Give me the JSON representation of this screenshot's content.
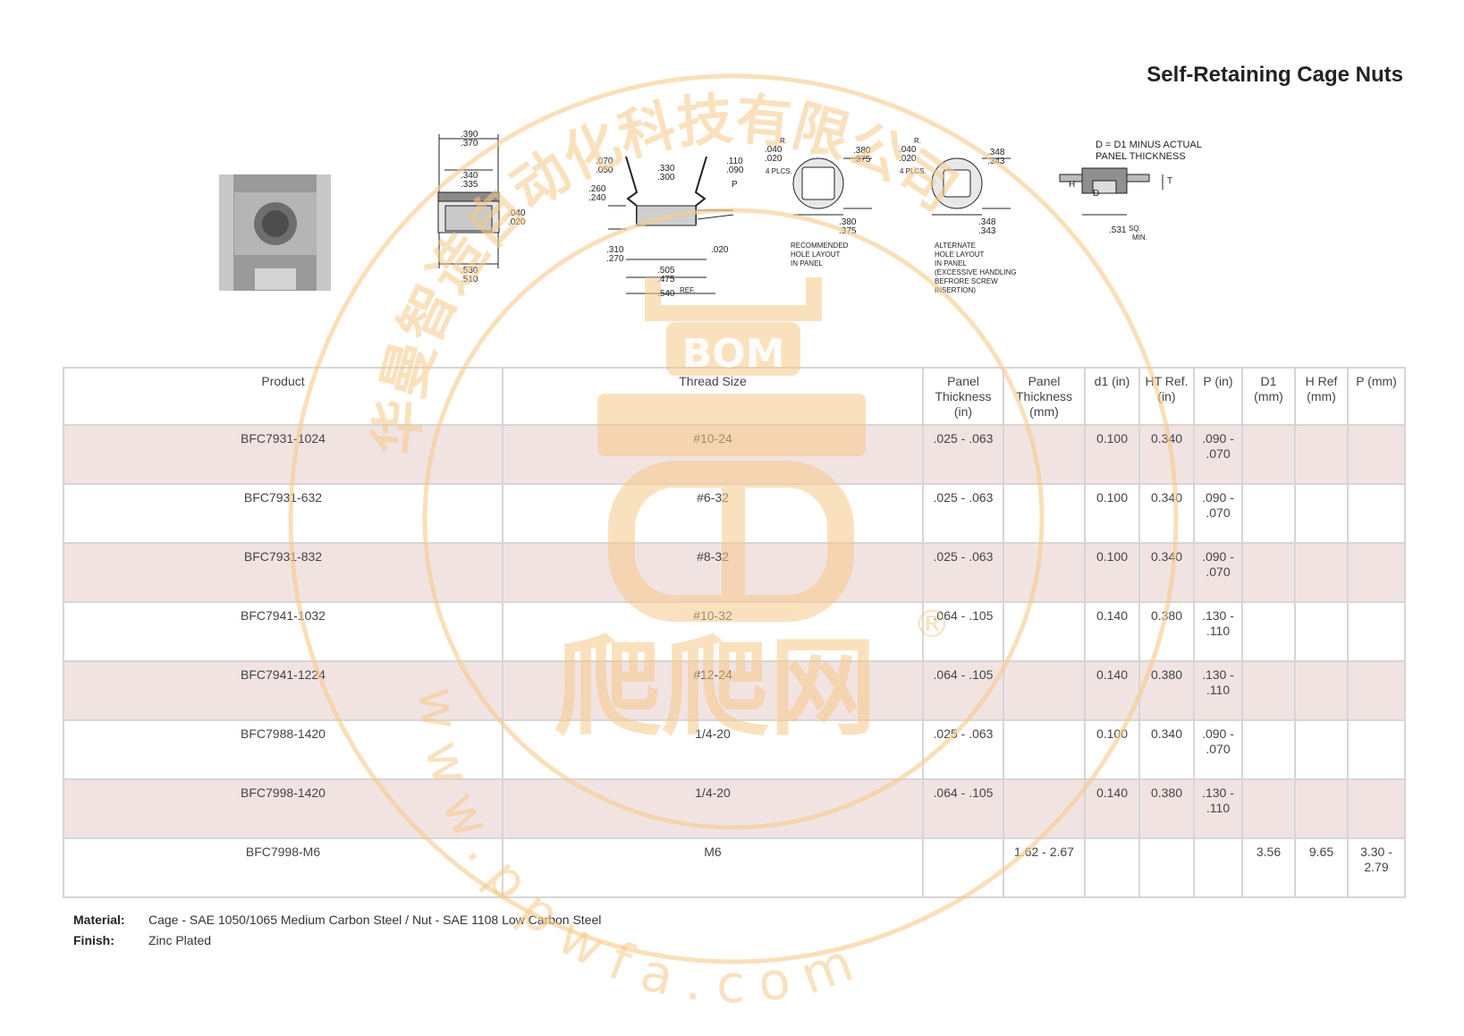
{
  "title": "Self-Retaining Cage Nuts",
  "figures": {
    "side_view": {
      "top_outer": ".390\n.370",
      "top_inner": ".340\n.335",
      "right": ".040\n.020",
      "bottom": ".530\n.510"
    },
    "section_view": {
      "left_top": ".070\n.050",
      "mid_top": ".330\n.300",
      "right_top": ".110\n.090",
      "p_label": "P",
      "left_mid": ".260\n.240",
      "left_low": ".310\n.270",
      "right_low": ".020",
      "bottom1": ".505\n.475",
      "bottom2": ".540",
      "ref_label": "REF."
    },
    "recommended_hole": {
      "r_label": "R.",
      "radius": ".040\n.020",
      "plcs": "4 PLCS.",
      "right": ".380\n.375",
      "bottom": ".380\n.375",
      "caption": "RECOMMENDED\nHOLE LAYOUT\nIN PANEL"
    },
    "alternate_hole": {
      "r_label": "R.",
      "radius": ".040\n.020",
      "plcs": "4 PLCS.",
      "right": ".348\n.343",
      "bottom": ".348\n.343",
      "caption": "ALTERNATE\nHOLE LAYOUT\nIN PANEL\n(EXCESSIVE HANDLING\nBEFRORE SCREW\nINSERTION)"
    },
    "installed_view": {
      "note": "D = d1 MINUS ACTUAL\nPANEL THICKNESS",
      "d_label": "D",
      "h_label": "H",
      "t_label": "T",
      "bottom": ".531",
      "sq": "SQ.",
      "min": "MIN."
    }
  },
  "table": {
    "headers": [
      "Product",
      "Thread Size",
      "Panel Thickness (in)",
      "Panel Thickness (mm)",
      "d1 (in)",
      "HT Ref. (in)",
      "P (in)",
      "D1 (mm)",
      "H Ref (mm)",
      "P (mm)"
    ],
    "rows": [
      [
        "BFC7931-1024",
        "#10-24",
        ".025 - .063",
        "",
        "0.100",
        "0.340",
        ".090 - .070",
        "",
        "",
        ""
      ],
      [
        "BFC7931-632",
        "#6-32",
        ".025 - .063",
        "",
        "0.100",
        "0.340",
        ".090 - .070",
        "",
        "",
        ""
      ],
      [
        "BFC7931-832",
        "#8-32",
        ".025 - .063",
        "",
        "0.100",
        "0.340",
        ".090 - .070",
        "",
        "",
        ""
      ],
      [
        "BFC7941-1032",
        "#10-32",
        ".064 - .105",
        "",
        "0.140",
        "0.380",
        ".130 - .110",
        "",
        "",
        ""
      ],
      [
        "BFC7941-1224",
        "#12-24",
        ".064 - .105",
        "",
        "0.140",
        "0.380",
        ".130 - .110",
        "",
        "",
        ""
      ],
      [
        "BFC7988-1420",
        "1/4-20",
        ".025 - .063",
        "",
        "0.100",
        "0.340",
        ".090 - .070",
        "",
        "",
        ""
      ],
      [
        "BFC7998-1420",
        "1/4-20",
        ".064 - .105",
        "",
        "0.140",
        "0.380",
        ".130 - .110",
        "",
        "",
        ""
      ],
      [
        "BFC7998-M6",
        "M6",
        "",
        "1.62 - 2.67",
        "",
        "",
        "",
        "3.56",
        "9.65",
        "3.30 - 2.79"
      ]
    ]
  },
  "footer": {
    "material_label": "Material:",
    "material_value": "Cage - SAE 1050/1065 Medium Carbon Steel / Nut - SAE 1108 Low Carbon Steel",
    "finish_label": "Finish:",
    "finish_value": "Zinc Plated"
  },
  "watermark": {
    "company": "华曼智造自动化科技有限公司",
    "logo": "BOM",
    "brand": "爬爬网",
    "registered": "®",
    "url": "www.ppwfa.com"
  },
  "colors": {
    "watermark": "#f7c98a",
    "row_alt": "#f2e3e3",
    "border": "#d6d6d6"
  }
}
